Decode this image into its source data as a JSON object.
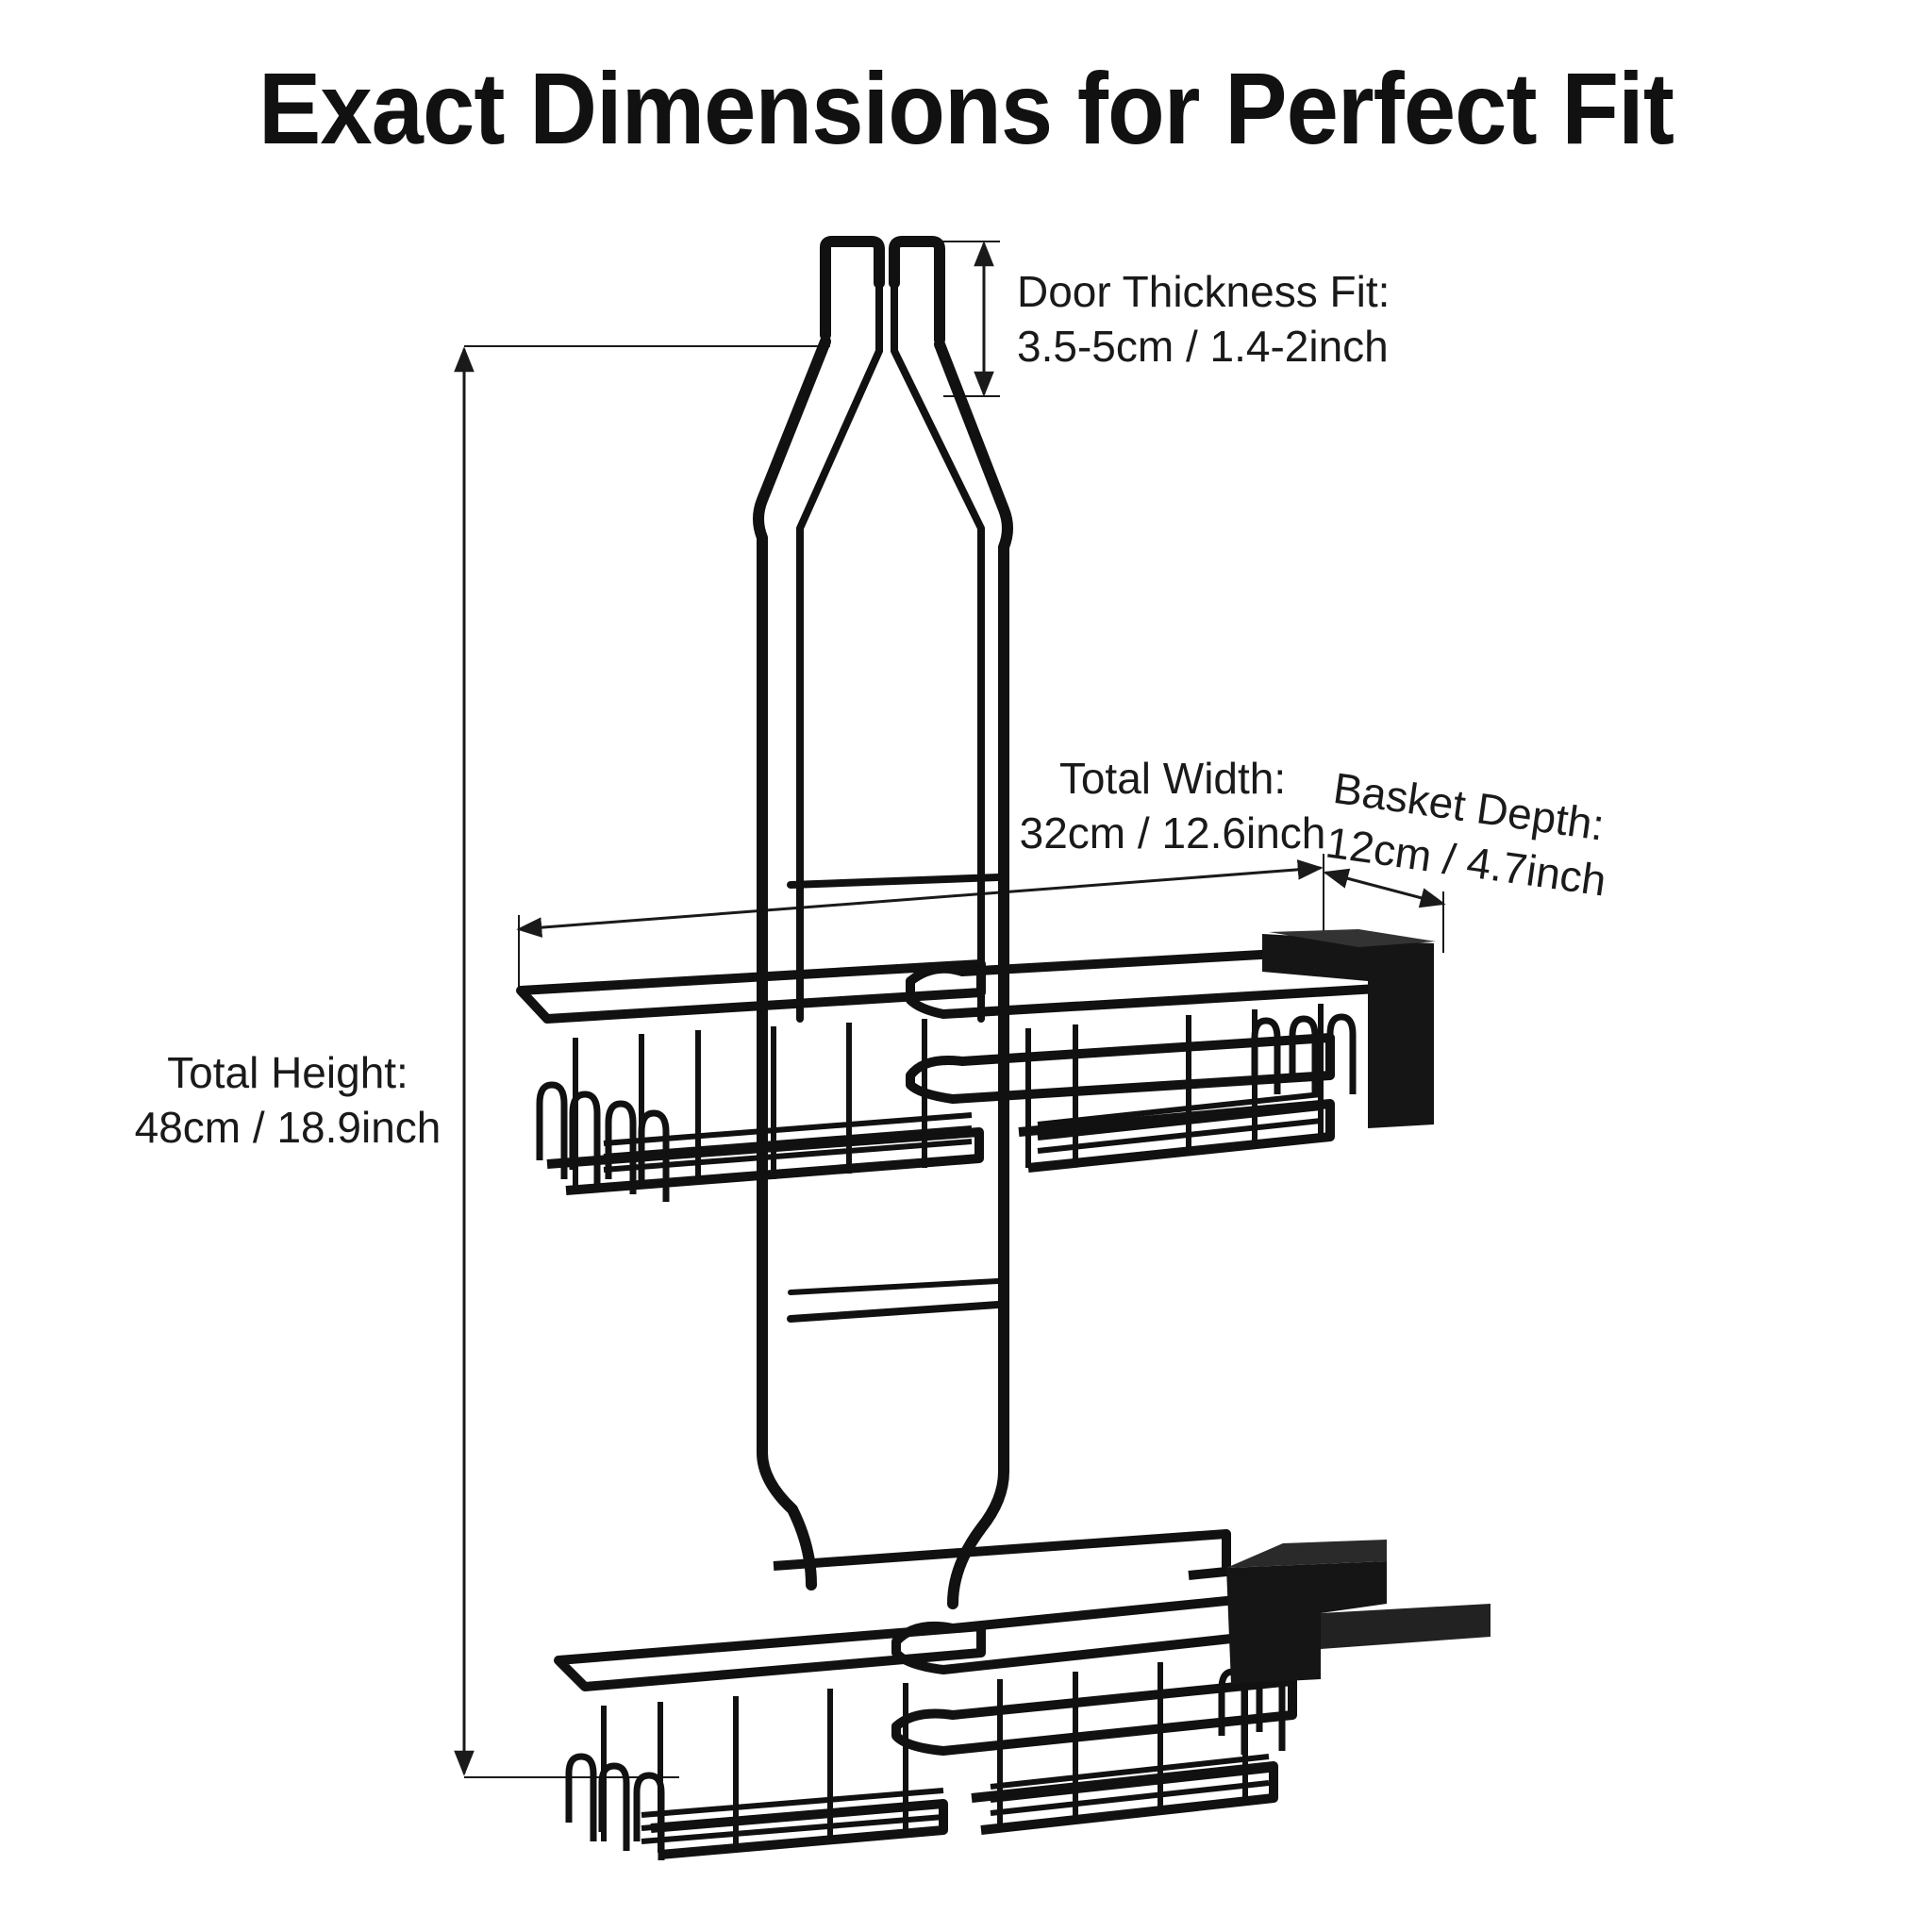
{
  "title": "Exact Dimensions for Perfect Fit",
  "dimensions": {
    "door_thickness": {
      "label": "Door Thickness Fit:",
      "value": "3.5-5cm / 1.4-2inch"
    },
    "total_height": {
      "label": "Total Height:",
      "value": "48cm / 18.9inch"
    },
    "total_width": {
      "label": "Total Width:",
      "value": "32cm / 12.6inch"
    },
    "basket_depth": {
      "label": "Basket Depth:",
      "value": "12cm / 4.7inch"
    }
  },
  "colors": {
    "product": "#111111",
    "dimension_line": "#1a1a1a",
    "background": "#ffffff"
  }
}
